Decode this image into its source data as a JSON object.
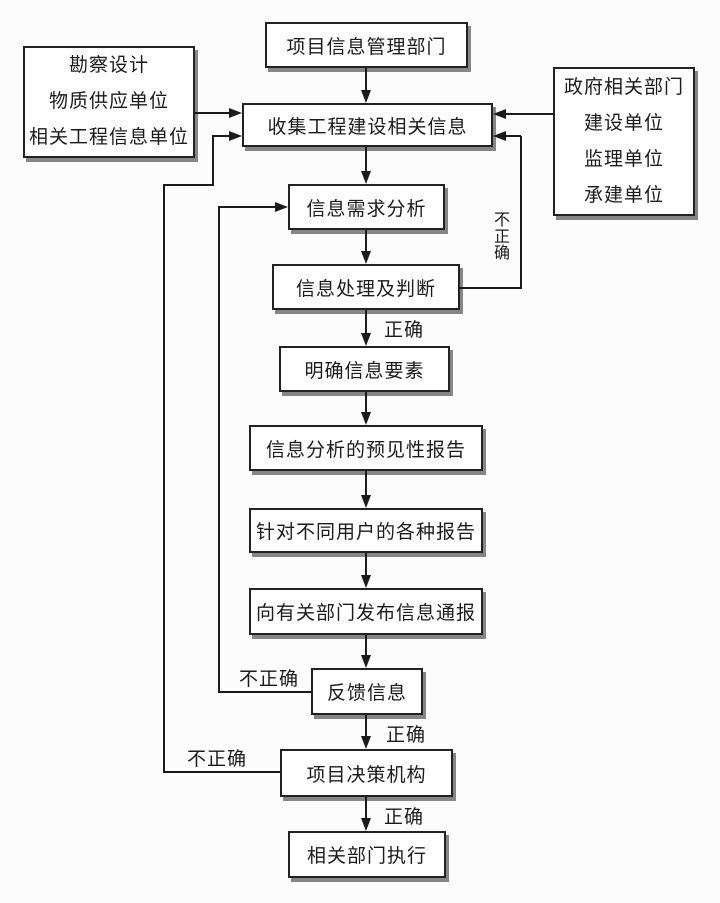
{
  "diagram": {
    "nodes": {
      "project_info_dept": "项目信息管理部门",
      "collect_info": "收集工程建设相关信息",
      "demand_analysis": "信息需求分析",
      "process_judge": "信息处理及判断",
      "clarify_elements": "明确信息要素",
      "forecast_report": "信息分析的预见性报告",
      "user_reports": "针对不同用户的各种报告",
      "publish_notice": "向有关部门发布信息通报",
      "feedback_info": "反馈信息",
      "decision_body": "项目决策机构",
      "dept_execute": "相关部门执行"
    },
    "left_sources": [
      "勘察设计",
      "物质供应单位",
      "相关工程信息单位"
    ],
    "right_sources": [
      "政府相关部门",
      "建设单位",
      "监理单位",
      "承建单位"
    ],
    "labels": {
      "correct": "正确",
      "incorrect": "不正确"
    },
    "colors": {
      "line": "#1b1b1b",
      "box_fill": "#fefefe",
      "background": "#fcfcfc"
    }
  }
}
